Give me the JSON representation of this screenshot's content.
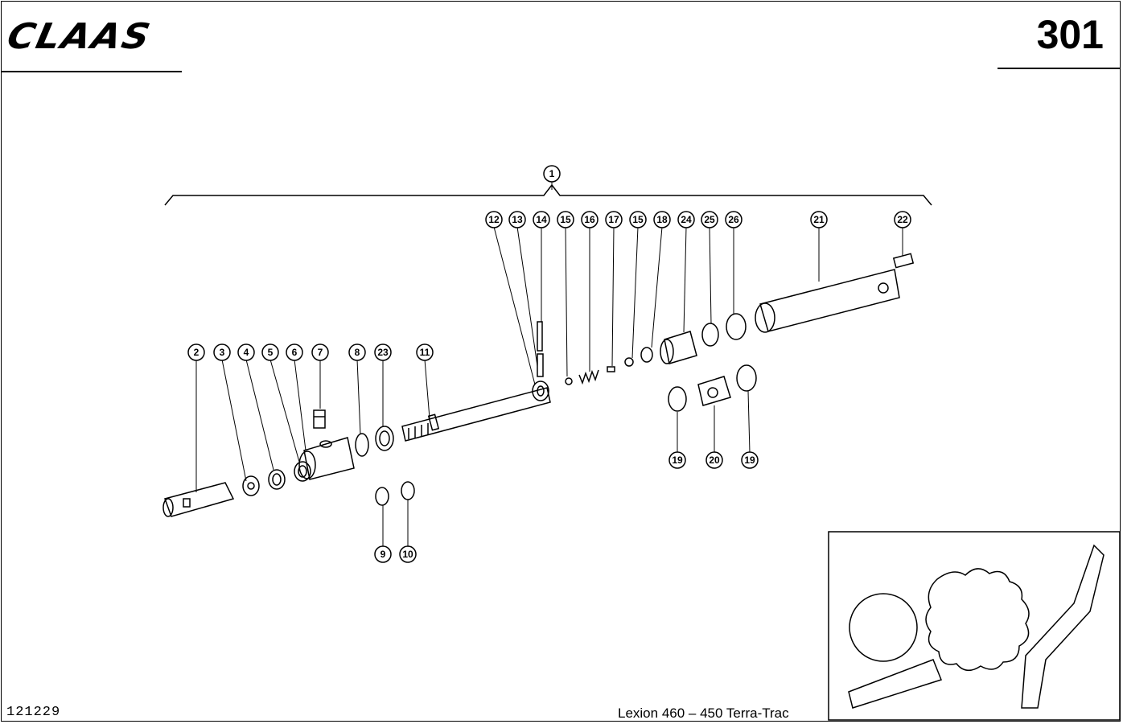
{
  "header": {
    "logo": "CLAAS",
    "page_number": "301"
  },
  "footer": {
    "document_id": "121229",
    "model": "Lexion 460 – 450 Terra-Trac"
  },
  "callouts": [
    "1",
    "12",
    "13",
    "14",
    "15",
    "16",
    "17",
    "15",
    "18",
    "24",
    "25",
    "26",
    "21",
    "22",
    "2",
    "3",
    "4",
    "5",
    "6",
    "7",
    "8",
    "23",
    "11",
    "19",
    "20",
    "19",
    "9",
    "10"
  ]
}
